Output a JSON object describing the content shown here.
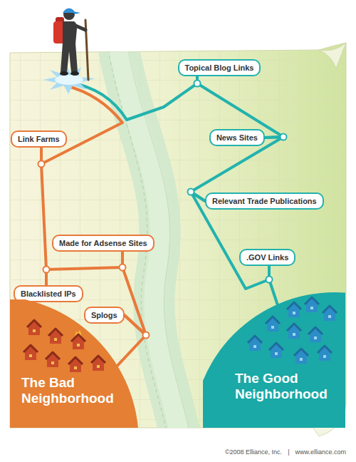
{
  "diagram": {
    "nodes": [
      {
        "text": [
          "Topical Blog Links"
        ]
      },
      {
        "text": [
          "Link Farms"
        ]
      },
      {
        "text": [
          "News Sites"
        ]
      },
      {
        "text": [
          "Relevant Trade Publications"
        ]
      },
      {
        "text": [
          "Made for Adsense Sites"
        ]
      },
      {
        "text": [
          "Blacklisted IPs"
        ]
      },
      {
        "text": [
          ".GOV Links"
        ]
      },
      {
        "text": [
          "Splogs"
        ]
      },
      {
        "text": [
          "The Bad Neighborhood"
        ]
      },
      {
        "text": [
          "The Good Neighborhood"
        ]
      }
    ],
    "edges": [
      {
        "from": 1,
        "to": 5,
        "arrow": "none"
      },
      {
        "from": 5,
        "to": 4,
        "arrow": "none"
      },
      {
        "from": 4,
        "to": 7,
        "arrow": "none"
      },
      {
        "from": 7,
        "to": 8,
        "arrow": "none"
      },
      {
        "from": 0,
        "to": 2,
        "arrow": "none"
      },
      {
        "from": 2,
        "to": 3,
        "arrow": "none"
      },
      {
        "from": 3,
        "to": 6,
        "arrow": "none"
      },
      {
        "from": 6,
        "to": 9,
        "arrow": "none"
      }
    ],
    "labels": [
      "©2008 Elliance, Inc.",
      "|",
      "www.elliance.com"
    ]
  }
}
